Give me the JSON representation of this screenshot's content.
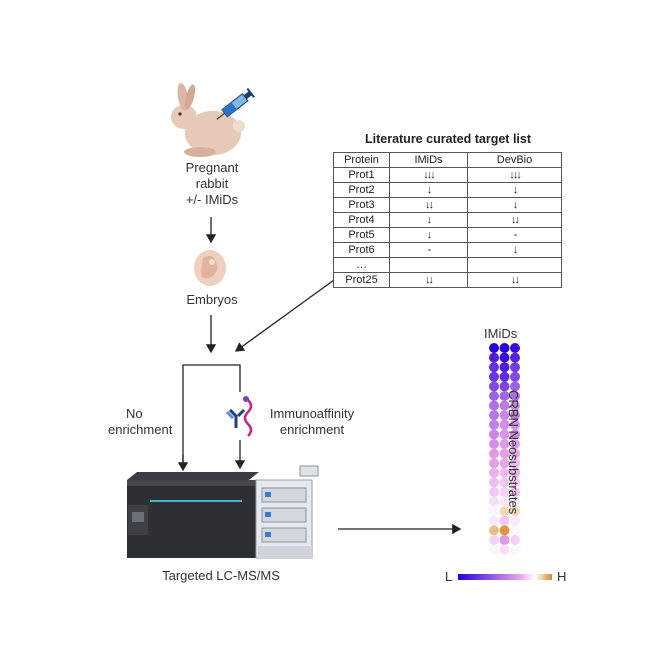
{
  "rabbit_label": [
    "Pregnant",
    "rabbit",
    "+/- IMiDs"
  ],
  "embryos_label": "Embryos",
  "no_enrichment_label": [
    "No",
    "enrichment"
  ],
  "immuno_label": [
    "Immunoaffinity",
    "enrichment"
  ],
  "instrument_label": "Targeted LC-MS/MS",
  "table": {
    "title": "Literature curated target list",
    "headers": [
      "Protein",
      "IMiDs",
      "DevBio"
    ],
    "rows": [
      [
        "Prot1",
        "↓↓↓",
        "↓↓↓"
      ],
      [
        "Prot2",
        "↓",
        "↓"
      ],
      [
        "Prot3",
        "↓↓",
        "↓"
      ],
      [
        "Prot4",
        "↓",
        "↓↓"
      ],
      [
        "Prot5",
        "↓",
        "-"
      ],
      [
        "Prot6",
        "-",
        "↓"
      ],
      [
        "…",
        "",
        ""
      ],
      [
        "Prot25",
        "↓↓",
        "↓↓"
      ]
    ]
  },
  "heatmap": {
    "title": "IMiDs",
    "side_label": "CRBN Neosubstrates",
    "scale_low": "L",
    "scale_high": "H",
    "colors": {
      "low": "#2a00d6",
      "mid": "#e7a0ea",
      "high": "#d98a2c"
    },
    "rows": [
      [
        0.0,
        0.0,
        0.05
      ],
      [
        0.12,
        0.05,
        0.15
      ],
      [
        0.2,
        0.12,
        0.25
      ],
      [
        0.22,
        0.18,
        0.3
      ],
      [
        0.3,
        0.28,
        0.4
      ],
      [
        0.4,
        0.42,
        0.45
      ],
      [
        0.45,
        0.5,
        0.55
      ],
      [
        0.48,
        0.55,
        0.5
      ],
      [
        0.52,
        0.58,
        0.58
      ],
      [
        0.55,
        0.6,
        0.56
      ],
      [
        0.58,
        0.62,
        0.62
      ],
      [
        0.62,
        0.64,
        0.65
      ],
      [
        0.64,
        0.66,
        0.7
      ],
      [
        0.68,
        0.7,
        0.68
      ],
      [
        0.7,
        0.72,
        0.72
      ],
      [
        0.72,
        0.74,
        0.7
      ],
      [
        0.76,
        0.78,
        0.78
      ],
      [
        0.8,
        0.88,
        0.88
      ],
      [
        0.78,
        0.72,
        0.78
      ],
      [
        0.92,
        0.98,
        0.8
      ],
      [
        0.74,
        0.62,
        0.74
      ],
      [
        0.8,
        0.76,
        0.8
      ]
    ]
  }
}
